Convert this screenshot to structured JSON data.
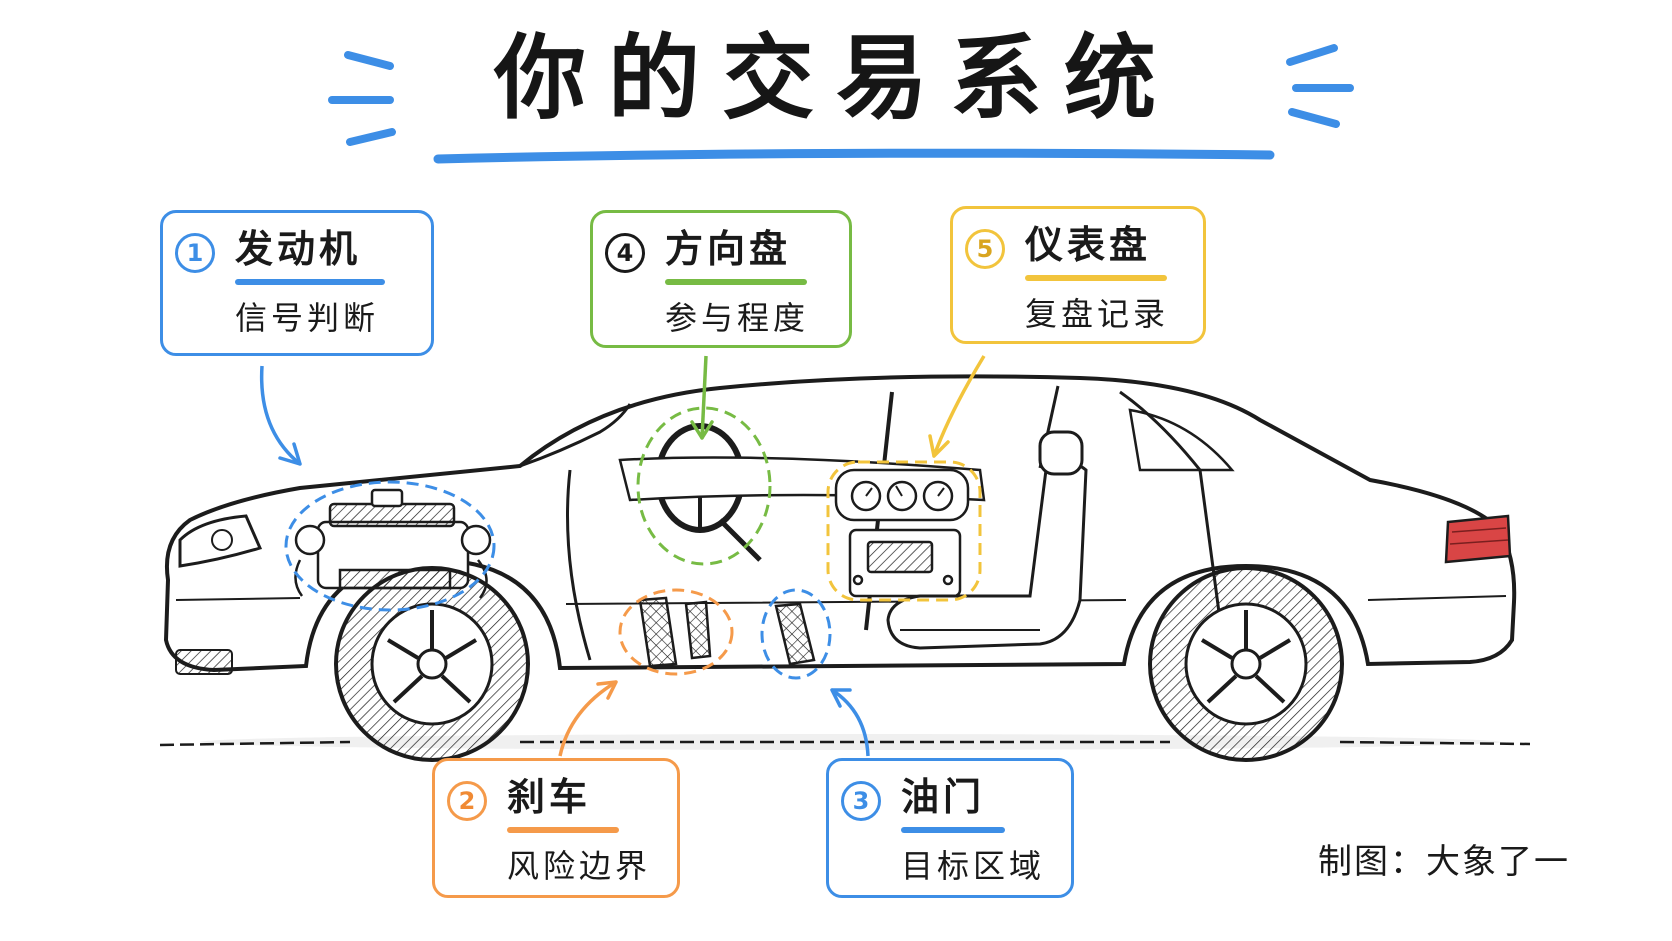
{
  "title": "你的交易系统",
  "callouts": [
    {
      "number": "1",
      "heading": "发动机",
      "subtitle": "信号判断"
    },
    {
      "number": "2",
      "heading": "刹车",
      "subtitle": "风险边界"
    },
    {
      "number": "3",
      "heading": "油门",
      "subtitle": "目标区域"
    },
    {
      "number": "4",
      "heading": "方向盘",
      "subtitle": "参与程度"
    },
    {
      "number": "5",
      "heading": "仪表盘",
      "subtitle": "复盘记录"
    }
  ],
  "credit": "制图：大象了一",
  "colors": {
    "blue": "#3d8ee6",
    "orange": "#f59a4a",
    "green": "#77bb44",
    "yellow": "#f2c43c",
    "taillight": "#d94545",
    "line": "#1c1c1c"
  }
}
